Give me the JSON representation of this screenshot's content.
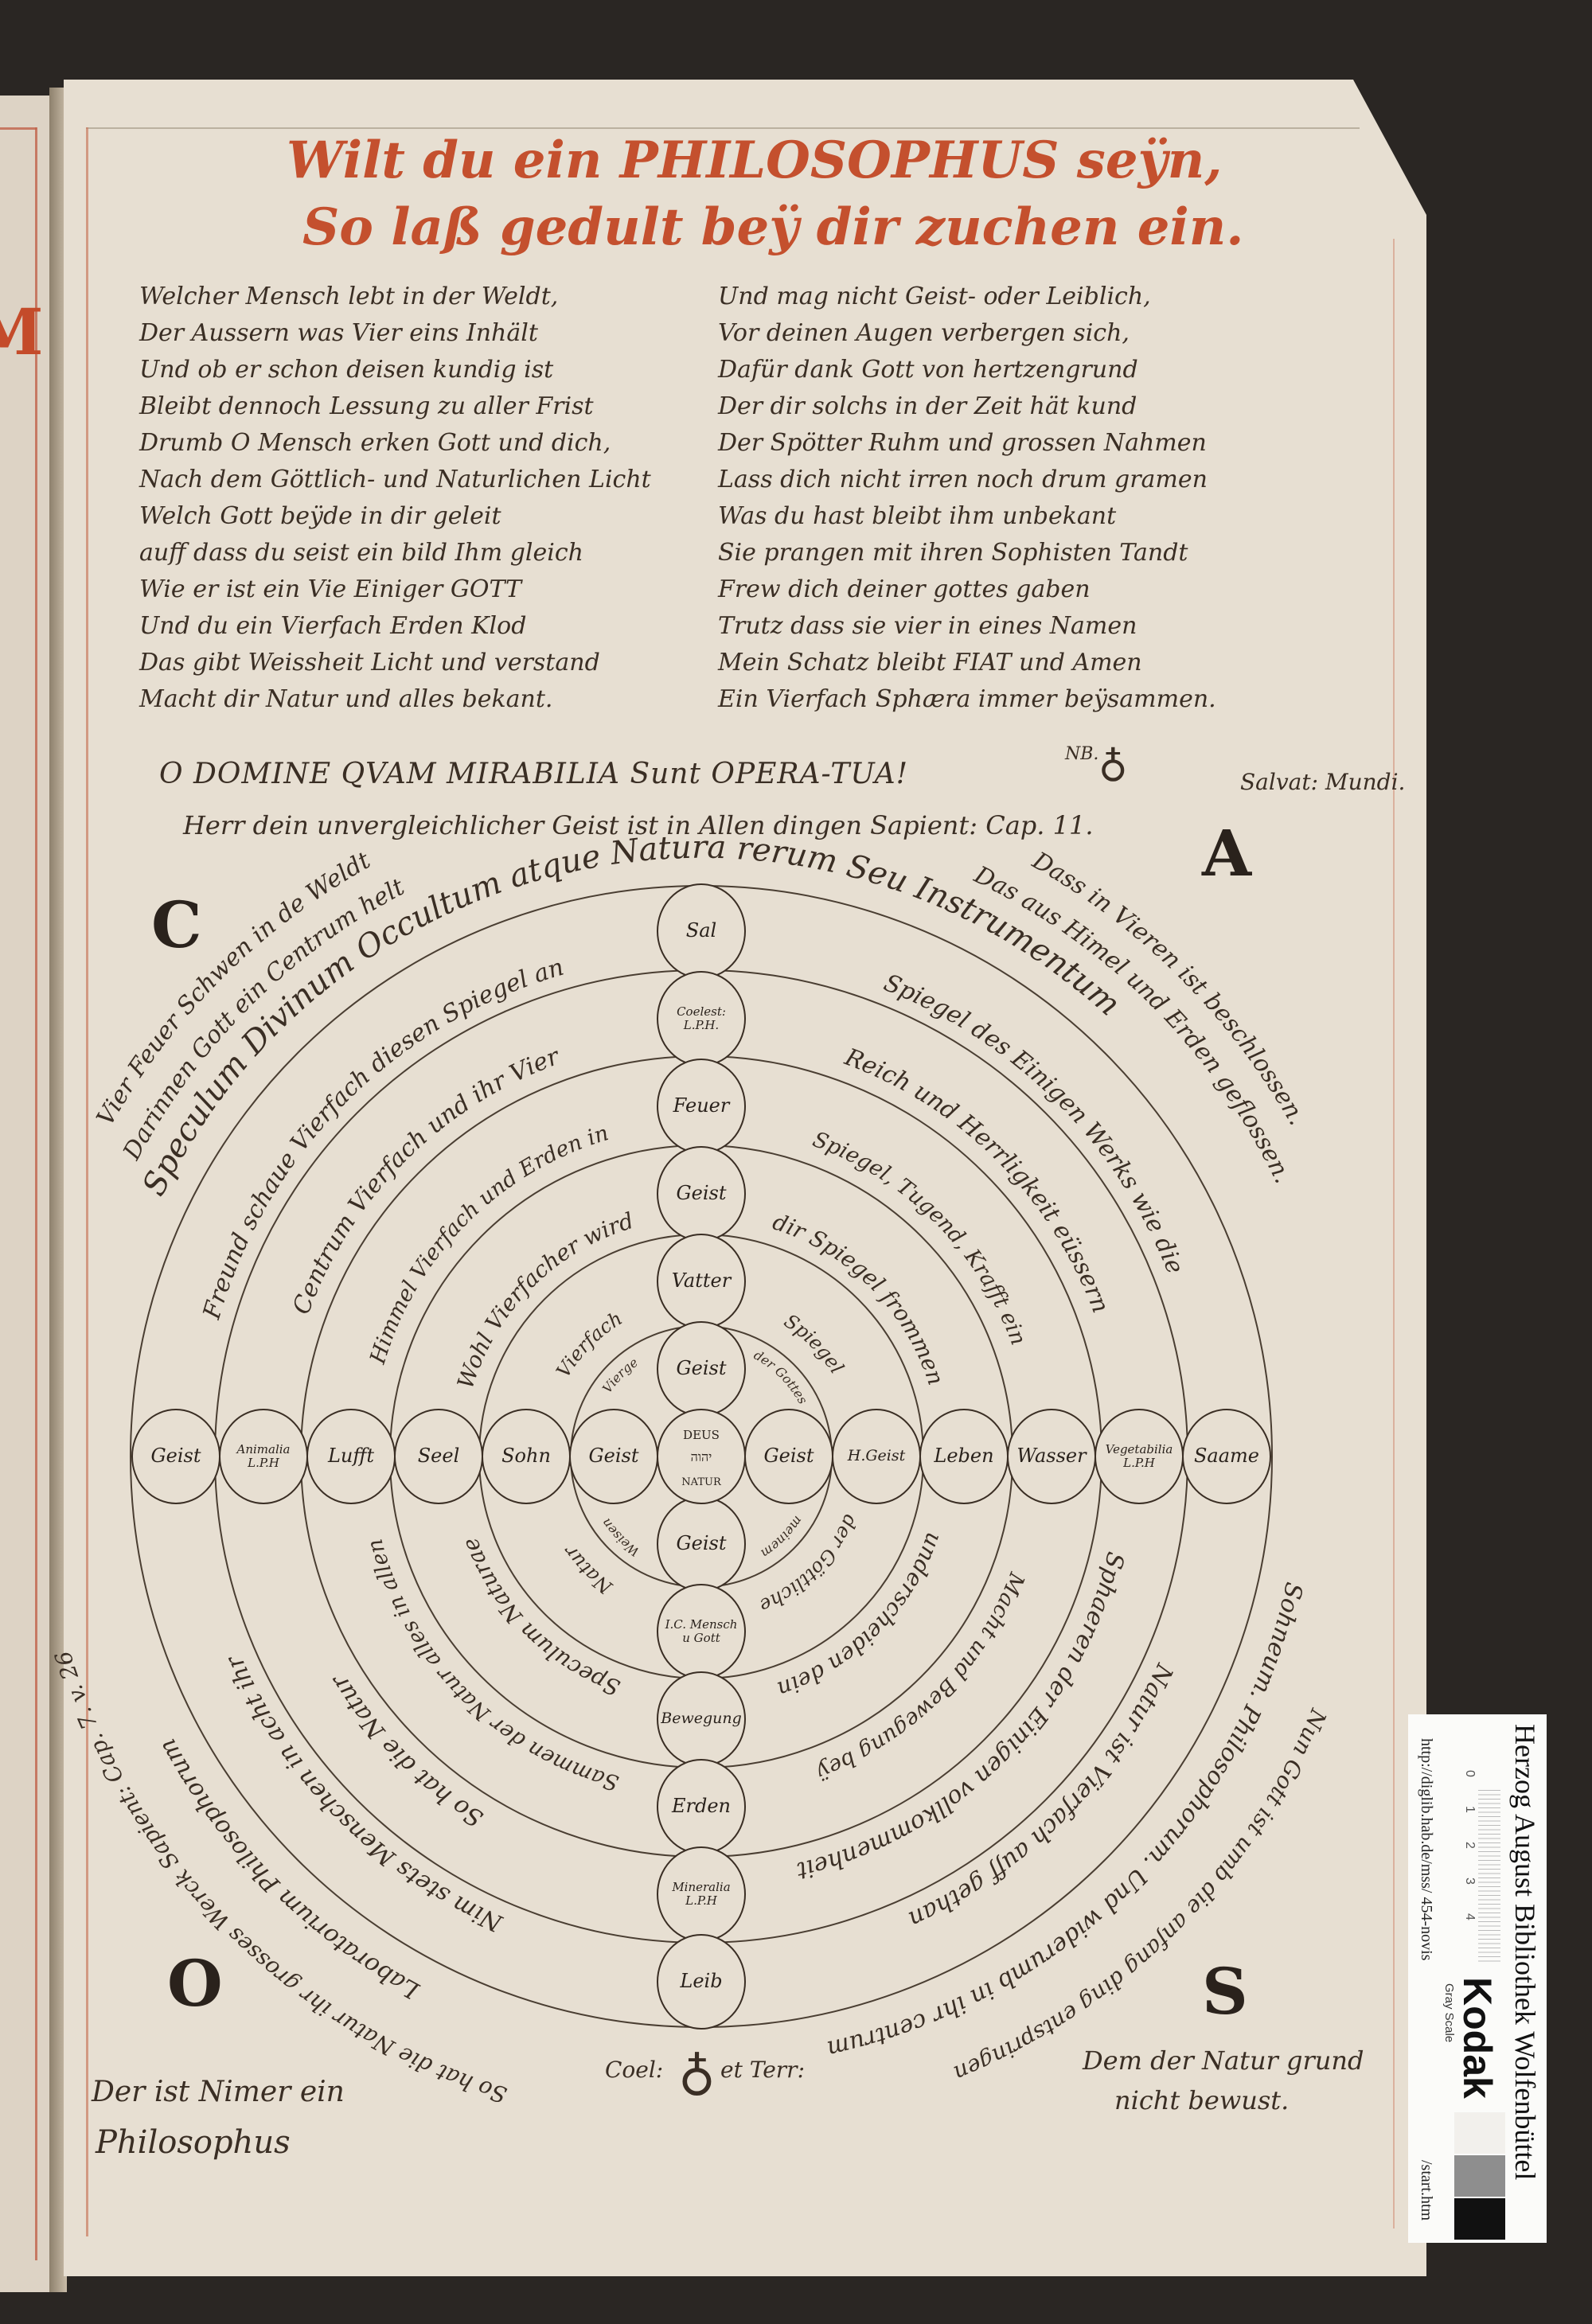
{
  "previous_page": {
    "initial": "M"
  },
  "title": {
    "line1": "Wilt du ein PHILOSOPHUS seÿn,",
    "line2": "So laß gedult beÿ dir zuchen ein."
  },
  "poem": {
    "left": [
      "Welcher Mensch lebt in der Weldt,",
      "Der Aussern was Vier eins Inhält",
      "Und ob er schon deisen kundig ist",
      "Bleibt dennoch Lessung zu aller Frist",
      "Drumb O Mensch erken Gott und dich,",
      "Nach dem Göttlich- und Naturlichen Licht",
      "Welch Gott beÿde in dir geleit",
      "auff dass du seist ein bild Ihm gleich",
      "Wie er ist ein Vie Einiger GOTT",
      "Und du ein Vierfach Erden Klod",
      "Das gibt Weissheit Licht und verstand",
      "Macht dir Natur und alles bekant."
    ],
    "right": [
      "Und mag nicht Geist- oder Leiblich,",
      "Vor deinen Augen verbergen sich,",
      "Dafür dank Gott von hertzengrund",
      "Der dir solchs in der Zeit hät kund",
      "Der Spötter Ruhm und grossen Nahmen",
      "Lass dich nicht irren noch drum gramen",
      "Was du hast bleibt ihm unbekant",
      "Sie prangen mit ihren Sophisten Tandt",
      "Frew dich deiner gottes gaben",
      "Trutz dass sie vier in eines Namen",
      "Mein Schatz bleibt FIAT und Amen",
      "Ein Vierfach Sphæra immer beÿsammen."
    ]
  },
  "motto": {
    "line1": "O DOMINE QVAM MIRABILIA Sunt OPERA-TUA!",
    "nb": "NB.",
    "symbol": "♁",
    "salvator": "Salvat: Mundi.",
    "line2": "Herr dein unvergleichlicher Geist ist in Allen dingen Sapient: Cap. 11."
  },
  "corner_letters": {
    "top_left": "C",
    "top_right": "A",
    "bottom_left": "O",
    "bottom_right": "S"
  },
  "diagram": {
    "center": {
      "top": "DEUS",
      "middle": "יהוה",
      "bottom": "NATUR"
    },
    "horizontal_left": [
      "Geist",
      "Animalia L.P.H",
      "Lufft",
      "Seel",
      "Sohn",
      "Geist"
    ],
    "horizontal_right": [
      "Geist",
      "H.Geist",
      "Leben",
      "Wasser",
      "Vegetabilia L.P.H",
      "Saame"
    ],
    "vertical_top": [
      "Sal",
      "Coelest: L.P.H.",
      "Feuer",
      "Geist",
      "Vatter",
      "Geist"
    ],
    "vertical_bottom": [
      "Geist",
      "I.C. Mensch u Gott",
      "Bewegung",
      "Erden",
      "Mineralia L.P.H",
      "Leib"
    ],
    "ring_texts": {
      "outer_top": "Speculum Divinum Occultum atque Natura rerum Seu Instrumentum",
      "outer_left_1": "Darinnen Gott ein Centrum helt",
      "outer_left_2": "Vier Feuer Schwen in de Weldt",
      "outer_right_1": "Dass in Vieren ist beschlossen.",
      "outer_right_2": "Das aus Himel und Erden geflossen.",
      "band5_left": "Freund schaue Vierfach diesen Spiegel an",
      "band5_right": "Spiegel des Einigen Werks wie die",
      "band4_left": "Centrum Vierfach und ihr Vier",
      "band4_right": "Reich und Herrligkeit eüssern",
      "band3_left": "Himmel Vierfach und Erden in",
      "band3_right": "Spiegel, Tugend, Krafft ein",
      "band2_left": "Wohl Vierfacher wird",
      "band2_right": "dir Spiegel frommen",
      "band1_left": "Vierfach",
      "band1_right": "Spiegel",
      "inner_left": "Vierge",
      "inner_right": "der Gottes",
      "inner_bottom_right": "meinem",
      "inner_bottom_left": "Weisen",
      "band1_bottom_right": "der Göttliche",
      "band2_bottom_right": "underscheiden dein",
      "band3_bottom_right": "Macht und Bewegung beÿ",
      "band4_bottom_right": "Sphaeren der Einigen vollkommenheit",
      "band5_bottom_right": "Natur ist Vierfach auff gethan",
      "outer_bottom_right_1": "Sohneum. Philosophorum. Und widerumb in ihr centrum",
      "outer_bottom_right_2": "Nun Gott ist umb die anfang ding entspringen",
      "band1_bottom_left": "Natur",
      "band2_bottom_left": "Speculum Naturae",
      "band3_bottom_left": "Sammen der Natur alles in allen",
      "band4_bottom_left": "So hat die Natur",
      "band5_bottom_left": "Nim stets Menschen in acht ihr",
      "outer_bottom_left_1": "Laboratorium Philosophorum",
      "outer_bottom_left_2": "So hat die Natur ihr grosses Werck Sapient: Cap. 7. v. 26"
    },
    "footer": {
      "left_line1": "Der ist Nimer ein",
      "left_line2": "Philosophus",
      "center_pre": "Coel:",
      "center_symbol": "♁",
      "center_post": "et Terr:",
      "right_line1": "Dem der Natur grund",
      "right_line2": "nicht bewust."
    }
  },
  "kodak_label": {
    "institution": "Herzog August Bibliothek Wolfenbüttel",
    "scale_numbers": [
      "0",
      "1",
      "2",
      "3",
      "4"
    ],
    "brand": "Kodak",
    "brand_sub": "Gray Scale",
    "url": "http://diglib.hab.de/mss/ 454-novis",
    "url_end": "/start.htm",
    "gray_patches": [
      "#f2f0ec",
      "#8e8e8e",
      "#111111"
    ]
  },
  "colors": {
    "ink": "#3a2e24",
    "rubric": "#c4502e",
    "paper": "#e7dfd2"
  }
}
